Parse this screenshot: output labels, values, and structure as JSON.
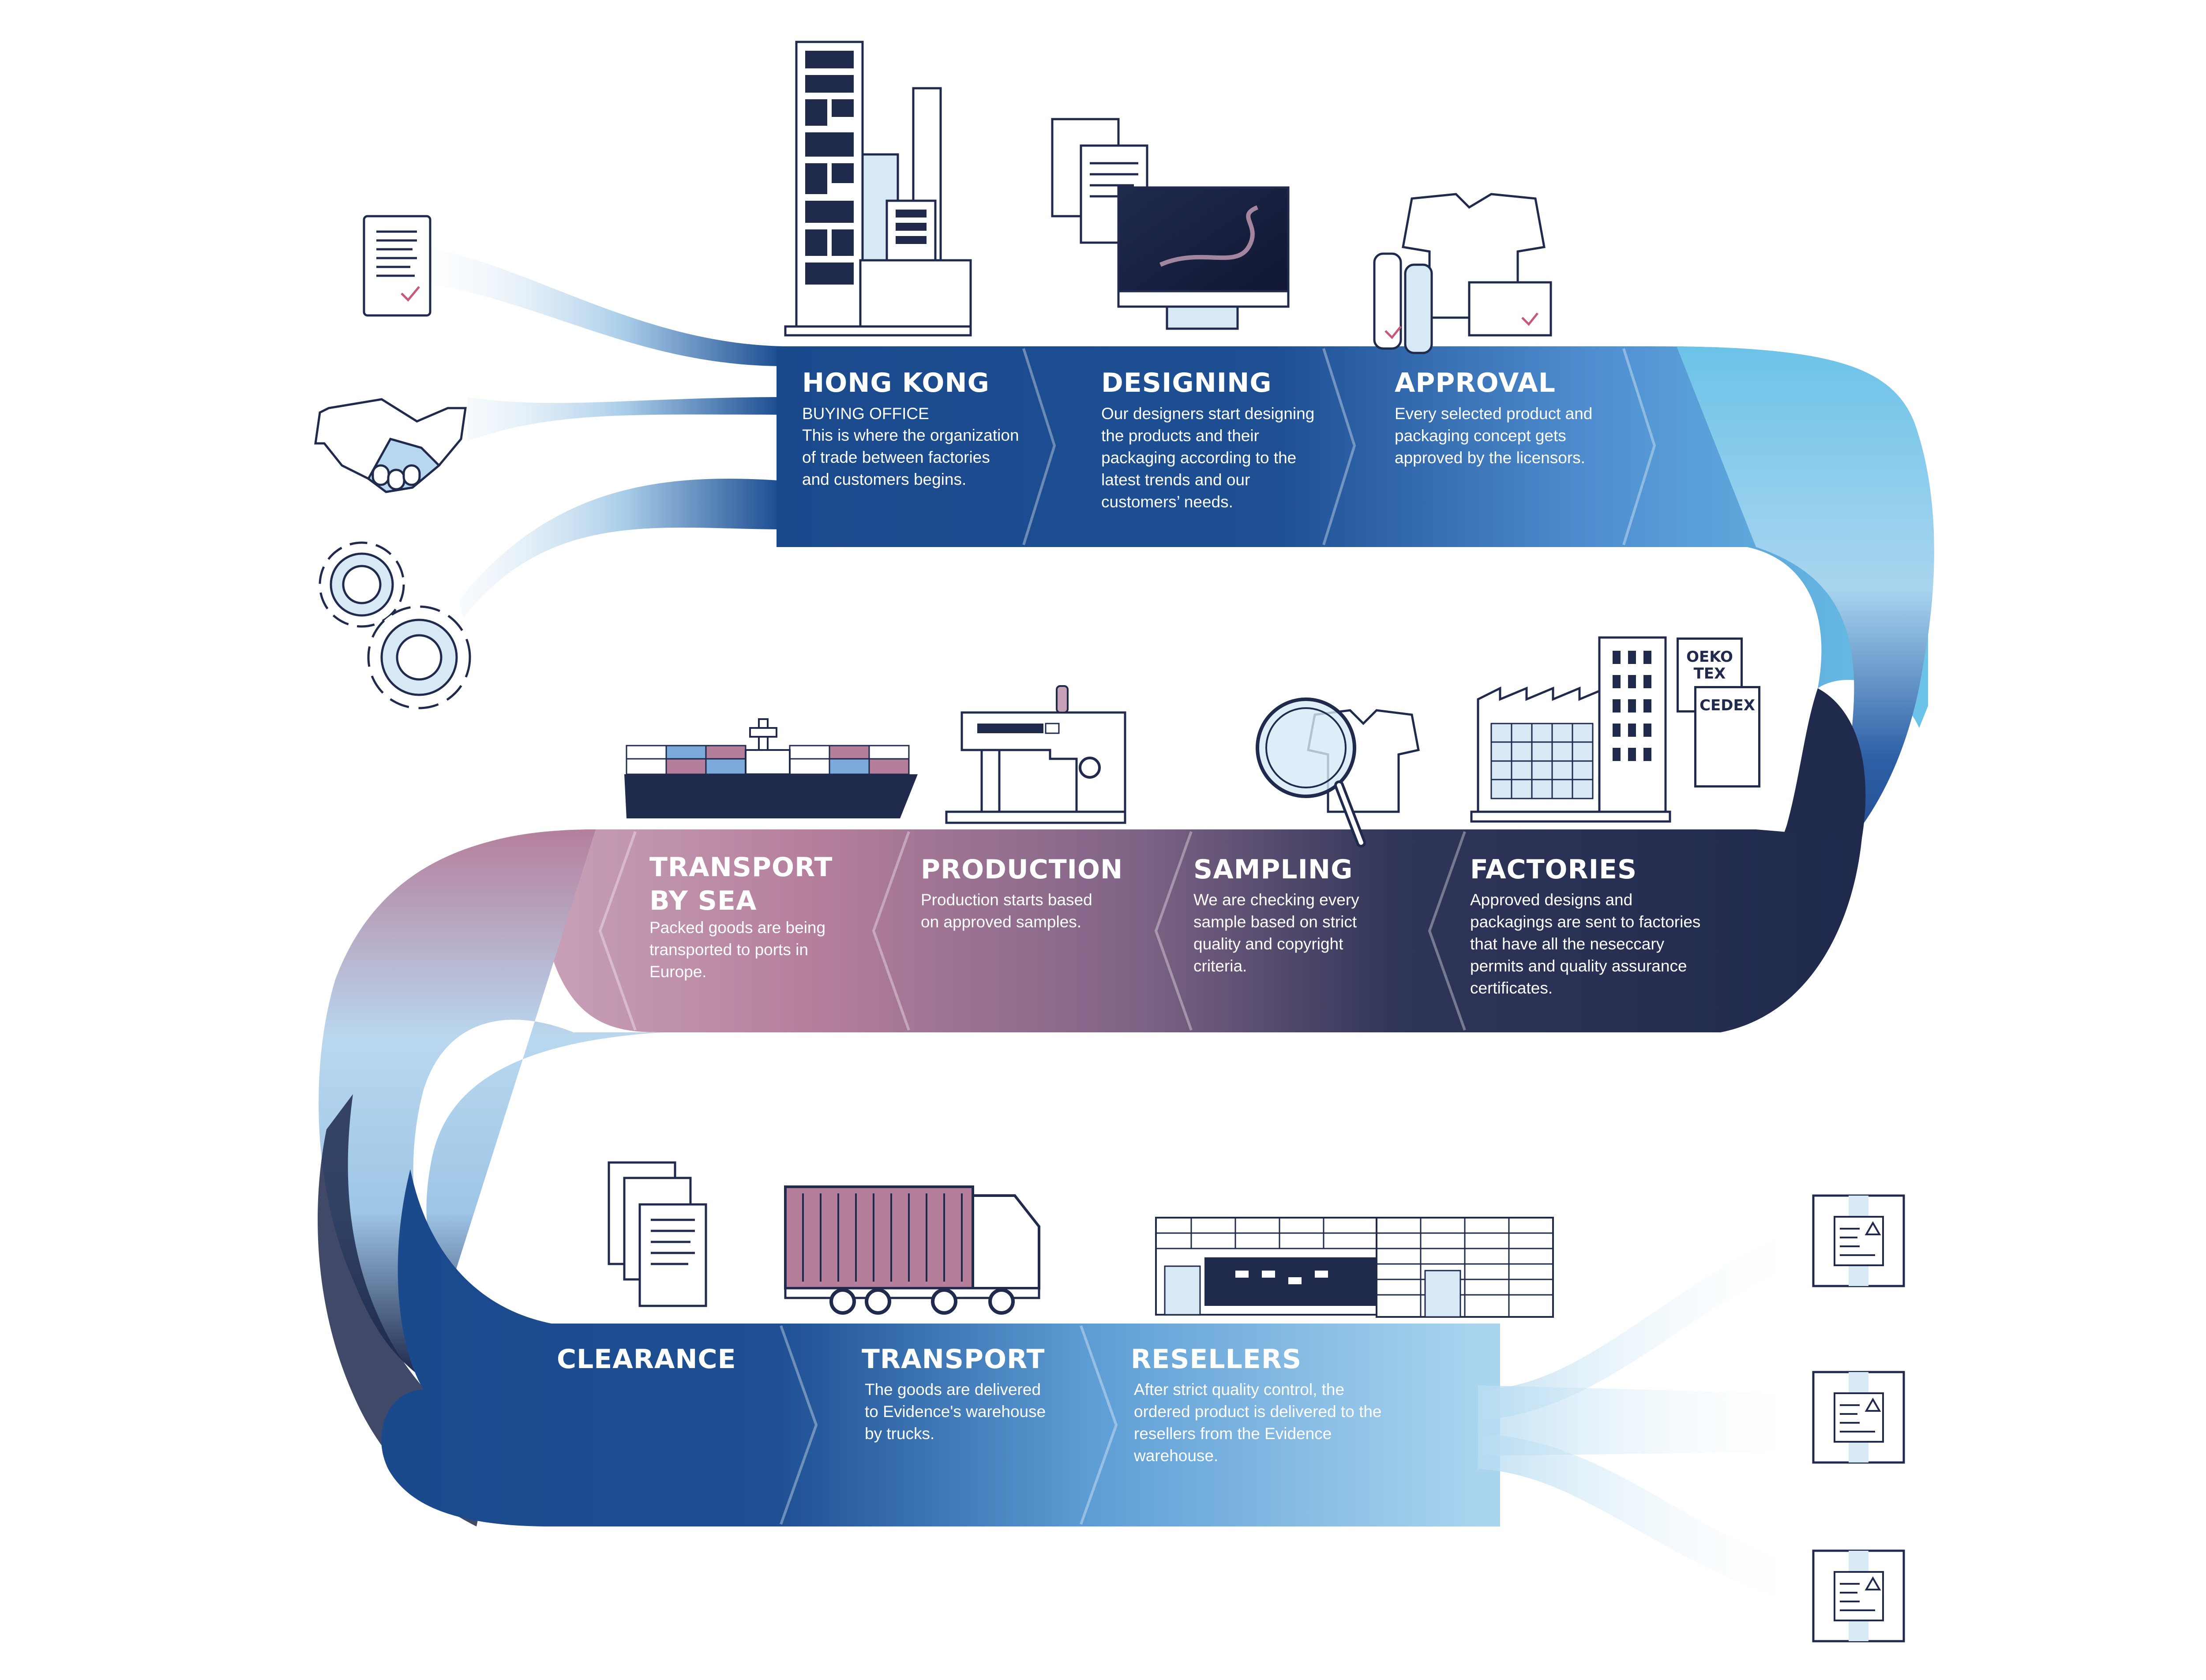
{
  "colors": {
    "navy": "#1f2a4d",
    "deep_blue": "#1a4a8c",
    "mid_blue": "#3f74b5",
    "sky_blue": "#6cc3e8",
    "pale_blue": "#d6e9f5",
    "mauve": "#b57f9c",
    "outline": "#1f2a4d",
    "check": "#c8587a"
  },
  "steps": [
    {
      "id": "hong-kong",
      "title": "HONG KONG",
      "subtitle": "BUYING OFFICE",
      "description": [
        "This is where the organization",
        "of trade between factories",
        "and customers begins."
      ],
      "icon": "skyscrapers-icon"
    },
    {
      "id": "designing",
      "title": "DESIGNING",
      "subtitle": "",
      "description": [
        "Our designers start designing",
        "the products and their",
        "packaging according to the",
        "latest trends and our",
        "customers’ needs."
      ],
      "icon": "computer-design-icon"
    },
    {
      "id": "approval",
      "title": "APPROVAL",
      "subtitle": "",
      "description": [
        "Every selected product and",
        "packaging concept gets",
        "approved by the licensors."
      ],
      "icon": "approved-clothing-icon"
    },
    {
      "id": "factories",
      "title": "FACTORIES",
      "subtitle": "",
      "description": [
        "Approved designs and",
        "packagings are sent to factories",
        "that have all the neseccary",
        "permits and quality assurance",
        "certificates."
      ],
      "icon": "factory-icon"
    },
    {
      "id": "sampling",
      "title": "SAMPLING",
      "subtitle": "",
      "description": [
        "We are checking every",
        "sample based on strict",
        "quality and copyright",
        "criteria."
      ],
      "icon": "magnifier-shirt-icon"
    },
    {
      "id": "production",
      "title": "PRODUCTION",
      "subtitle": "",
      "description": [
        "Production starts based",
        "on approved samples."
      ],
      "icon": "sewing-machine-icon"
    },
    {
      "id": "transport-by-sea",
      "title": [
        "TRANSPORT",
        "BY SEA"
      ],
      "subtitle": "",
      "description": [
        "Packed goods are being",
        "transported to ports in",
        "Europe."
      ],
      "icon": "container-ship-icon"
    },
    {
      "id": "clearance",
      "title": "CLEARANCE",
      "subtitle": "",
      "description": [],
      "icon": "documents-stack-icon"
    },
    {
      "id": "transport",
      "title": "TRANSPORT",
      "subtitle": "",
      "description": [
        "The goods are delivered",
        "to Evidence's warehouse",
        "by trucks."
      ],
      "icon": "truck-icon"
    },
    {
      "id": "resellers",
      "title": "RESELLERS",
      "subtitle": "",
      "description": [
        "After strict quality control, the",
        "ordered product is delivered to the",
        "resellers from the Evidence",
        "warehouse."
      ],
      "icon": "warehouse-icon"
    }
  ],
  "certificates": [
    "OEKO",
    "TEX",
    "CEDEX"
  ],
  "inputs": [
    {
      "icon": "contract-document-icon"
    },
    {
      "icon": "handshake-icon"
    },
    {
      "icon": "gears-icon"
    }
  ],
  "outputs": [
    {
      "icon": "package-label-icon"
    },
    {
      "icon": "package-label-icon"
    },
    {
      "icon": "package-label-icon"
    }
  ]
}
